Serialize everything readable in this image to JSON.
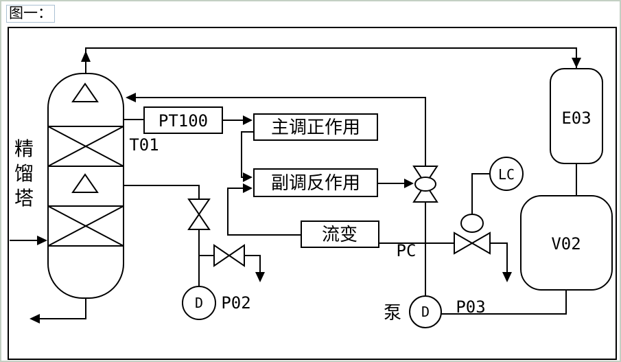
{
  "page": {
    "caption": "图一："
  },
  "labels": {
    "column_name_chars": [
      "精",
      "馏",
      "塔"
    ],
    "column_tag": "T01",
    "temp_sensor": "PT100",
    "primary_controller": "主调正作用",
    "secondary_controller": "副调反作用",
    "flow_element": "流变",
    "flow_controller": "PC",
    "level_controller": "LC",
    "pump_word": "泵",
    "pump_letter": "D",
    "pump2_tag": "P02",
    "pump3_tag": "P03",
    "condenser_tag": "E03",
    "drum_tag": "V02"
  },
  "colors": {
    "line": "#000000",
    "frame": "#000000",
    "background": "#ffffff"
  }
}
